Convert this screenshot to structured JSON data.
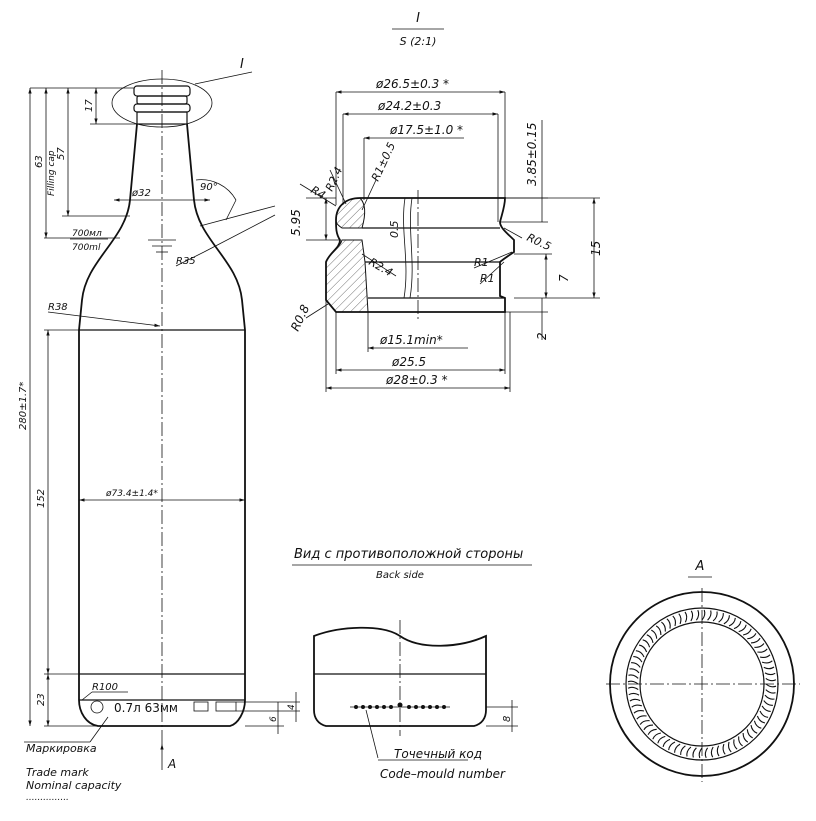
{
  "detail": {
    "label": "I",
    "scale": "S (2:1)",
    "callout": "I"
  },
  "bottle": {
    "h63": "63",
    "filling_cap": "Filling cap",
    "h57": "57",
    "h17": "17",
    "d32": "ø32",
    "angle": "90°",
    "cap_ru": "700мл",
    "cap_en": "700ml",
    "r35": "R35",
    "r38": "R38",
    "total": "280±1.7*",
    "h152": "152",
    "d734": "ø73.4±1.4*",
    "h23": "23",
    "r100": "R100",
    "marking": "0.7л 63мм",
    "h4": "4",
    "h6": "6",
    "view_a": "A"
  },
  "finish": {
    "d265": "ø26.5±0.3 *",
    "d242": "ø24.2±0.3",
    "d175": "ø17.5±1.0 *",
    "r24a": "R2.4",
    "r105": "R1±0.5",
    "h385": "3.85±0.15",
    "r4": "R4",
    "h595": "5.95",
    "h05": "0.5",
    "r05": "R0.5",
    "h15": "15",
    "r24b": "R2.4",
    "r1a": "R1",
    "r1b": "R1",
    "h7": "7",
    "r08": "R0.8",
    "h2": "2",
    "d151": "ø15.1min*",
    "d255": "ø25.5",
    "d28": "ø28±0.3 *"
  },
  "back": {
    "title_ru": "Вид с противоположной стороны",
    "title_en": "Back side",
    "h8": "8",
    "code_ru": "Точечный код",
    "code_en": "Code–mould number"
  },
  "legend": {
    "mark_ru": "Маркировка",
    "mark_en": "Trade mark",
    "nominal": "Nominal capacity",
    "dots": "..............."
  },
  "base_view": {
    "label": "A"
  }
}
